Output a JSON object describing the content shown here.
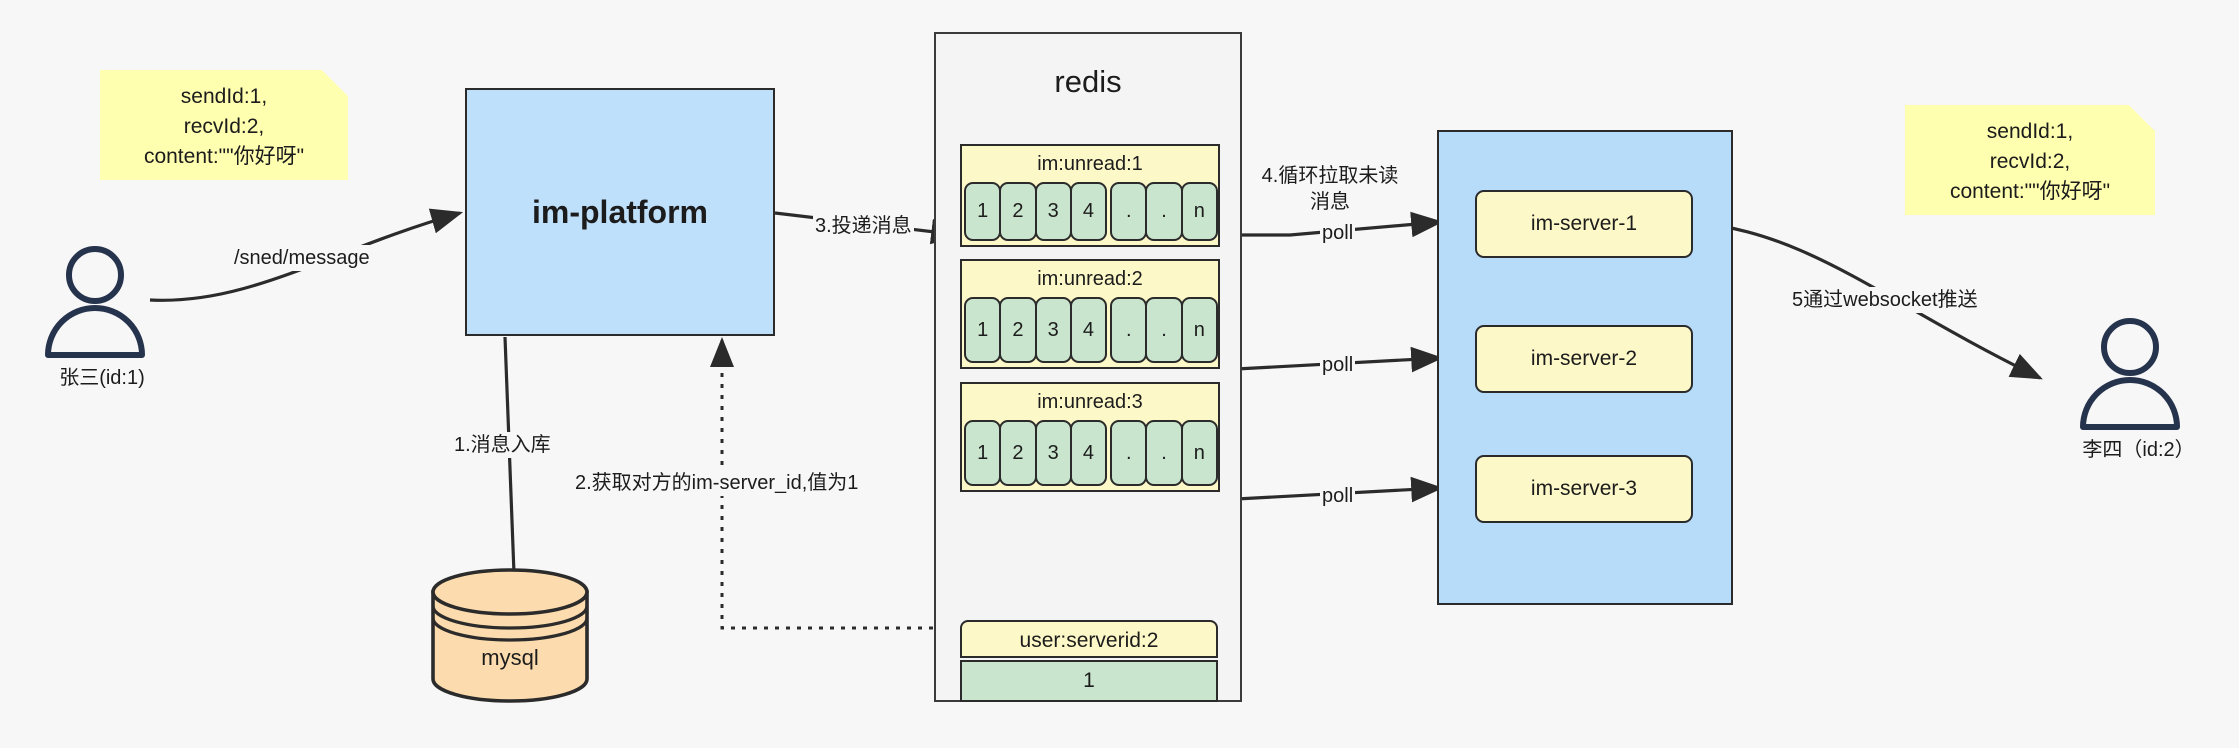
{
  "notes": [
    {
      "id": "message-note-left",
      "lines": [
        "sendId:1,",
        "recvId:2,",
        "content:\"\"你好呀\""
      ]
    },
    {
      "id": "message-note-right",
      "lines": [
        "sendId:1,",
        "recvId:2,",
        "content:\"\"你好呀\""
      ]
    }
  ],
  "actors": [
    {
      "id": "sender",
      "label": "张三(id:1)"
    },
    {
      "id": "receiver",
      "label": "李四（id:2）"
    }
  ],
  "platform": {
    "label": "im-platform"
  },
  "database": {
    "label": "mysql",
    "color": "#fcdcae"
  },
  "redis": {
    "title": "redis",
    "groups": [
      {
        "key": "im:unread:1",
        "cells": [
          "1",
          "2",
          "3",
          "4",
          ".",
          ".",
          "n"
        ]
      },
      {
        "key": "im:unread:2",
        "cells": [
          "1",
          "2",
          "3",
          "4",
          ".",
          ".",
          "n"
        ]
      },
      {
        "key": "im:unread:3",
        "cells": [
          "1",
          "2",
          "3",
          "4",
          ".",
          ".",
          "n"
        ]
      }
    ],
    "single": {
      "key": "user:serverid:2",
      "value": "1"
    }
  },
  "servers": [
    {
      "label": "im-server-1"
    },
    {
      "label": "im-server-2"
    },
    {
      "label": "im-server-3"
    }
  ],
  "edges": {
    "send_message": "/sned/message",
    "step1": "1.消息入库",
    "step2": "2.获取对方的im-server_id,值为1",
    "step3": "3.投递消息",
    "step4": "4.循环拉取未读消息",
    "poll1": "poll",
    "poll2": "poll",
    "poll3": "poll",
    "step5": "5通过websocket推送"
  },
  "colors": {
    "note_fill": "#ffffb0",
    "platform_fill": "#bfe0fb",
    "server_pool_fill": "#b6dcfa",
    "server_fill": "#fdf8c8",
    "redis_fill": "#f4f4f4",
    "key_fill": "#fdf8c8",
    "cell_fill": "#c9e5cd",
    "db_fill": "#fcdcae",
    "stroke": "#2b2b2b",
    "actor_stroke": "#26334d"
  }
}
